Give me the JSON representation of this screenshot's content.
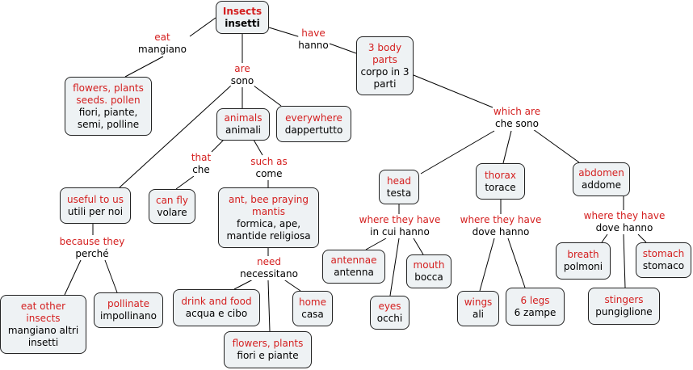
{
  "colors": {
    "english_text": "#d41f1f",
    "italian_text": "#000000",
    "node_fill": "#eef2f4",
    "node_border": "#222222"
  },
  "nodes": {
    "insects": {
      "en": "Insects",
      "it": "insetti"
    },
    "food": {
      "en": "flowers, plants seeds. pollen",
      "it": "fiori, piante, semi, polline"
    },
    "body": {
      "en": "3 body parts",
      "it": "corpo in 3 parti"
    },
    "animals": {
      "en": "animals",
      "it": "animali"
    },
    "everywhere": {
      "en": "everywhere",
      "it": "dappertutto"
    },
    "useful": {
      "en": "useful to us",
      "it": "utili per noi"
    },
    "canfly": {
      "en": "can fly",
      "it": "volare"
    },
    "antbee": {
      "en": "ant, bee praying mantis",
      "it": "formica, ape, mantide religiosa"
    },
    "eatother": {
      "en": "eat other insects",
      "it": "mangiano altri insetti"
    },
    "pollinate": {
      "en": "pollinate",
      "it": "impollinano"
    },
    "drink": {
      "en": "drink and food",
      "it": "acqua e cibo"
    },
    "home": {
      "en": "home",
      "it": "casa"
    },
    "flowers": {
      "en": "flowers, plants",
      "it": "fiori e piante"
    },
    "head": {
      "en": "head",
      "it": "testa"
    },
    "thorax": {
      "en": "thorax",
      "it": "torace"
    },
    "abdomen": {
      "en": "abdomen",
      "it": "addome"
    },
    "antennae": {
      "en": "antennae",
      "it": "antenna"
    },
    "eyes": {
      "en": "eyes",
      "it": "occhi"
    },
    "mouth": {
      "en": "mouth",
      "it": "bocca"
    },
    "wings": {
      "en": "wings",
      "it": "ali"
    },
    "legs": {
      "en": "6 legs",
      "it": "6 zampe"
    },
    "breath": {
      "en": "breath",
      "it": "polmoni"
    },
    "stomach": {
      "en": "stomach",
      "it": "stomaco"
    },
    "stingers": {
      "en": "stingers",
      "it": "pungiglione"
    }
  },
  "labels": {
    "eat": {
      "en": "eat",
      "it": "mangiano"
    },
    "have": {
      "en": "have",
      "it": "hanno"
    },
    "are": {
      "en": "are",
      "it": "sono"
    },
    "which_are": {
      "en": "which are",
      "it": "che sono"
    },
    "that": {
      "en": "that",
      "it": "che"
    },
    "such_as": {
      "en": "such as",
      "it": "come"
    },
    "because": {
      "en": "because they",
      "it": "perché"
    },
    "need": {
      "en": "need",
      "it": "necessitano"
    },
    "where_head": {
      "en": "where they have",
      "it": "in cui hanno"
    },
    "where_thorax": {
      "en": "where they have",
      "it": "dove hanno"
    },
    "where_abdomen": {
      "en": "where they have",
      "it": "dove hanno"
    }
  }
}
